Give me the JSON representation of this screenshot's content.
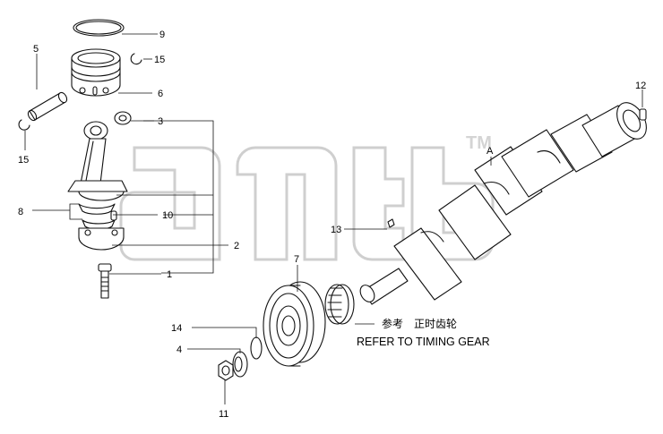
{
  "callouts": [
    {
      "id": "9",
      "text": "9"
    },
    {
      "id": "5",
      "text": "5"
    },
    {
      "id": "15a",
      "text": "15"
    },
    {
      "id": "6",
      "text": "6"
    },
    {
      "id": "3",
      "text": "3"
    },
    {
      "id": "15b",
      "text": "15"
    },
    {
      "id": "8",
      "text": "8"
    },
    {
      "id": "10",
      "text": "10"
    },
    {
      "id": "2",
      "text": "2"
    },
    {
      "id": "1",
      "text": "1"
    },
    {
      "id": "7",
      "text": "7"
    },
    {
      "id": "14",
      "text": "14"
    },
    {
      "id": "4",
      "text": "4"
    },
    {
      "id": "11",
      "text": "11"
    },
    {
      "id": "13",
      "text": "13"
    },
    {
      "id": "12",
      "text": "12"
    },
    {
      "id": "A",
      "text": "A"
    }
  ],
  "reference_note": {
    "chinese": "参考　正时齿轮",
    "english": "REFER TO TIMING GEAR"
  },
  "watermark": {
    "trademark": "TM"
  }
}
